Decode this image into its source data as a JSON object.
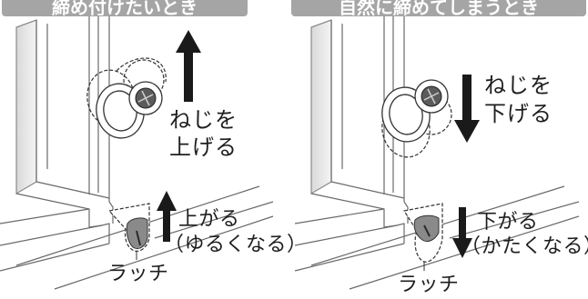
{
  "left_panel": {
    "header": "締め付けたいとき",
    "screw_caption_line1": "ねじを",
    "screw_caption_line2": "上げる",
    "latch_caption_line1": "上がる",
    "latch_caption_line2": "（ゆるくなる）",
    "latch_name": "ラッチ"
  },
  "right_panel": {
    "header": "自然に締めてしまうとき",
    "screw_caption_line1": "ねじを",
    "screw_caption_line2": "下げる",
    "latch_caption_line1": "下がる",
    "latch_caption_line2": "（かたくなる）",
    "latch_name": "ラッチ"
  },
  "colors": {
    "header_bg": "#a5a5a5",
    "line": "#555555",
    "arrow": "#1a1a1a",
    "latch_shade": "#8a8a8a",
    "screw_hole": "#5b5b5b"
  },
  "icons": {
    "up_arrow": "up-arrow-icon",
    "down_arrow": "down-arrow-icon"
  }
}
